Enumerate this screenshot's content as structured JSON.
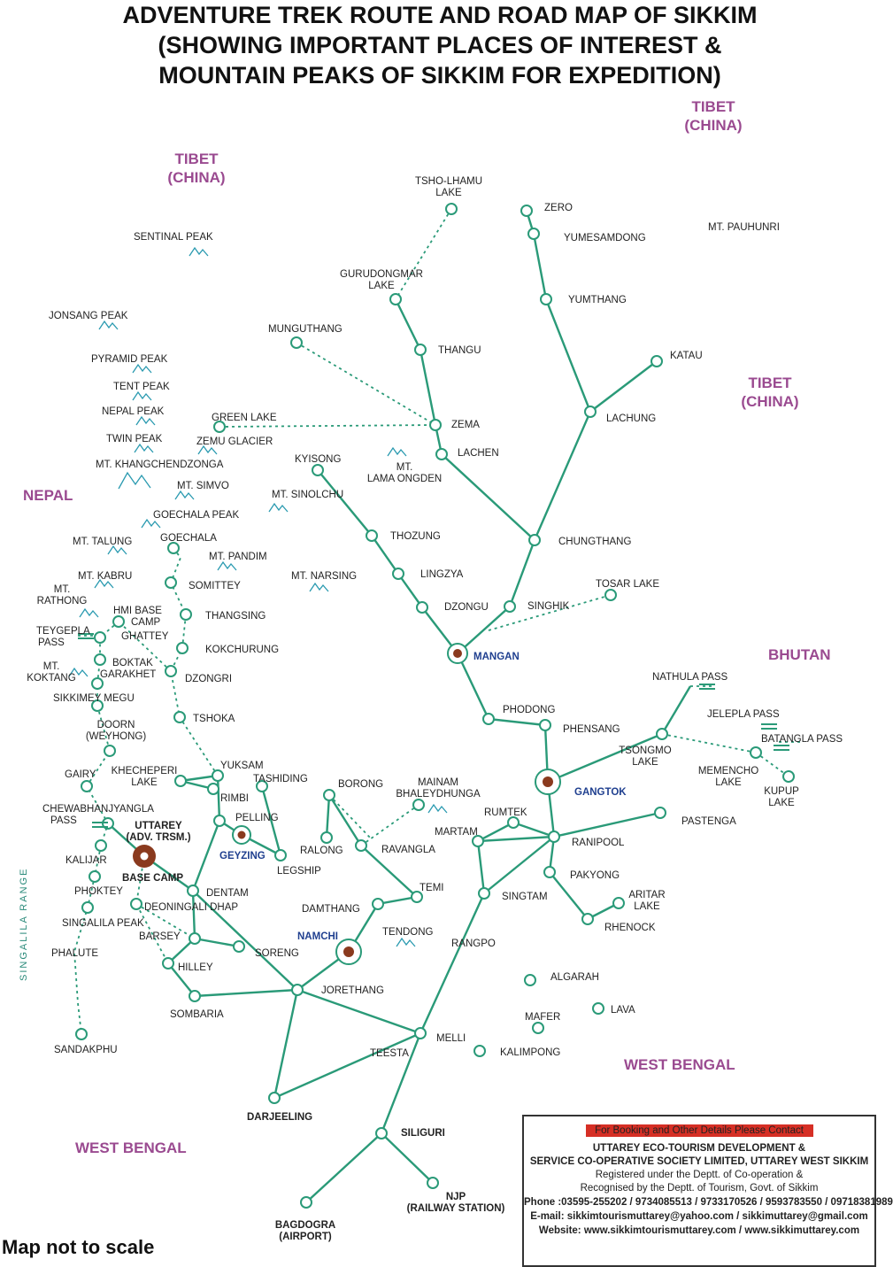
{
  "title": {
    "line1": "ADVENTURE TREK ROUTE AND ROAD MAP OF SIKKIM",
    "line2": "(SHOWING IMPORTANT PLACES OF INTEREST &",
    "line3": "MOUNTAIN PEAKS OF SIKKIM FOR EXPEDITION)"
  },
  "regions": {
    "tibet_left": [
      "TIBET",
      "(CHINA)"
    ],
    "tibet_top": [
      "TIBET",
      "(CHINA)"
    ],
    "tibet_right": [
      "TIBET",
      "(CHINA)"
    ],
    "nepal": "NEPAL",
    "bhutan": "BHUTAN",
    "west_bengal_right": "WEST BENGAL",
    "west_bengal_left": "WEST BENGAL",
    "singalila_range": "SINGALILA RANGE"
  },
  "peaks": {
    "sentinal": "SENTINAL PEAK",
    "jonsang": "JONSANG PEAK",
    "pyramid": "PYRAMID PEAK",
    "tent": "TENT PEAK",
    "nepal": "NEPAL PEAK",
    "twin": "TWIN PEAK",
    "khangchendzonga": "MT. KHANGCHENDZONGA",
    "simvo": "MT. SIMVO",
    "sinolchu": "MT. SINOLCHU",
    "goechala": "GOECHALA PEAK",
    "talung": "MT. TALUNG",
    "pandim": "MT. PANDIM",
    "narsing": "MT. NARSING",
    "kabru": "MT. KABRU",
    "rathong": [
      "MT.",
      "RATHONG"
    ],
    "koktang": [
      "MT.",
      "KOKTANG"
    ],
    "lama_ongden": [
      "MT.",
      "LAMA ONGDEN"
    ],
    "pauhunri": "MT. PAUHUNRI",
    "zemu_glacier": "ZEMU GLACIER",
    "singalila_peak": "SINGALILA PEAK"
  },
  "places": {
    "tsho_lhamu": [
      "TSHO-LHAMU",
      "LAKE"
    ],
    "zero": "ZERO",
    "yumesamdong": "YUMESAMDONG",
    "gurudongmar": [
      "GURUDONGMAR",
      "LAKE"
    ],
    "yumthang": "YUMTHANG",
    "munguthang": "MUNGUTHANG",
    "thangu": "THANGU",
    "katau": "KATAU",
    "lachung": "LACHUNG",
    "green_lake": "GREEN LAKE",
    "zema": "ZEMA",
    "lachen": "LACHEN",
    "kyisong": "KYISONG",
    "thozung": "THOZUNG",
    "chungthang": "CHUNGTHANG",
    "lingzya": "LINGZYA",
    "dzongu": "DZONGU",
    "singhik": "SINGHIK",
    "tosar_lake": "TOSAR LAKE",
    "mangan": "MANGAN",
    "goechala": "GOECHALA",
    "somittey": "SOMITTEY",
    "thangsing": "THANGSING",
    "hmi_base_camp": [
      "HMI BASE",
      "CAMP"
    ],
    "ghattey": "GHATTEY",
    "teygepla_pass": [
      "TEYGEPLA",
      "PASS"
    ],
    "kokchurung": "KOKCHURUNG",
    "boktak": "BOKTAK",
    "garakhet": "GARAKHET",
    "dzongri": "DZONGRI",
    "sikkimey_megu": "SIKKIMEY MEGU",
    "tshoka": "TSHOKA",
    "doorn": [
      "DOORN",
      "(WEYHONG)"
    ],
    "nathula_pass": "NATHULA PASS",
    "jelepla_pass": "JELEPLA PASS",
    "batangla_pass": "BATANGLA  PASS",
    "phodong": "PHODONG",
    "phensang": "PHENSANG",
    "tsongmo_lake": [
      "TSONGMO",
      "LAKE"
    ],
    "memencho_lake": [
      "MEMENCHO",
      "LAKE"
    ],
    "kupup_lake": [
      "KUPUP",
      "LAKE"
    ],
    "gangtok": "GANGTOK",
    "gairy": "GAIRY",
    "khecheperi_lake": [
      "KHECHEPERI",
      "LAKE"
    ],
    "yuksam": "YUKSAM",
    "tashiding": "TASHIDING",
    "borong": "BORONG",
    "mainam": [
      "MAINAM",
      "BHALEYDHUNGA"
    ],
    "rimbi": "RIMBI",
    "chewabhanjyangla": [
      "CHEWABHANJYANGLA",
      "PASS"
    ],
    "pelling": "PELLING",
    "uttarey": [
      "UTTAREY",
      "(ADV. TRSM.)"
    ],
    "geyzing": "GEYZING",
    "ralong": "RALONG",
    "ravangla": "RAVANGLA",
    "rumtek": "RUMTEK",
    "martam": "MARTAM",
    "ranipool": "RANIPOOL",
    "pastenga": "PASTENGA",
    "kalijar": "KALIJAR",
    "legship": "LEGSHIP",
    "base_camp": "BASE CAMP",
    "dentam": "DENTAM",
    "temi": "TEMI",
    "pakyong": "PAKYONG",
    "phoktey": "PHOKTEY",
    "deoningali_dhap": "DEONINGALI DHAP",
    "damthang": "DAMTHANG",
    "singtam": "SINGTAM",
    "aritar_lake": [
      "ARITAR",
      "LAKE"
    ],
    "namchi": "NAMCHI",
    "tendong": "TENDONG",
    "rhenock": "RHENOCK",
    "barsey": "BARSEY",
    "soreng": "SORENG",
    "rangpo": "RANGPO",
    "phalute": "PHALUTE",
    "hilley": "HILLEY",
    "algarah": "ALGARAH",
    "jorethang": "JORETHANG",
    "lava": "LAVA",
    "sombaria": "SOMBARIA",
    "mafer": "MAFER",
    "melli": "MELLI",
    "sandakphu": "SANDAKPHU",
    "teesta": "TEESTA",
    "kalimpong": "KALIMPONG",
    "darjeeling": "DARJEELING",
    "siliguri": "SILIGURI",
    "njp": [
      "NJP",
      "(RAILWAY STATION)"
    ],
    "bagdogra": [
      "BAGDOGRA",
      "(AIRPORT)"
    ]
  },
  "contact": {
    "header": "For Booking and Other Details Please Contact",
    "org1": "UTTAREY ECO-TOURISM DEVELOPMENT &",
    "org2": "SERVICE CO-OPERATIVE SOCIETY LIMITED, UTTAREY WEST SIKKIM",
    "reg1": "Registered under the Deptt. of Co-operation &",
    "reg2": "Recognised by the Deptt. of Tourism, Govt. of Sikkim",
    "phone": "Phone :03595-255202 / 9734085513 / 9733170526 / 9593783550 / 09718381989",
    "email": "E-mail: sikkimtourismuttarey@yahoo.com / sikkimuttarey@gmail.com",
    "website": "Website: www.sikkimtourismuttarey.com / www.sikkimuttarey.com"
  },
  "footer": "Map not to scale",
  "colors": {
    "route": "#2a9a78",
    "region": "#9a4a90",
    "town": "#1f3f8f",
    "city_marker": "#8a3a1e",
    "peak": "#2a9ab0"
  }
}
